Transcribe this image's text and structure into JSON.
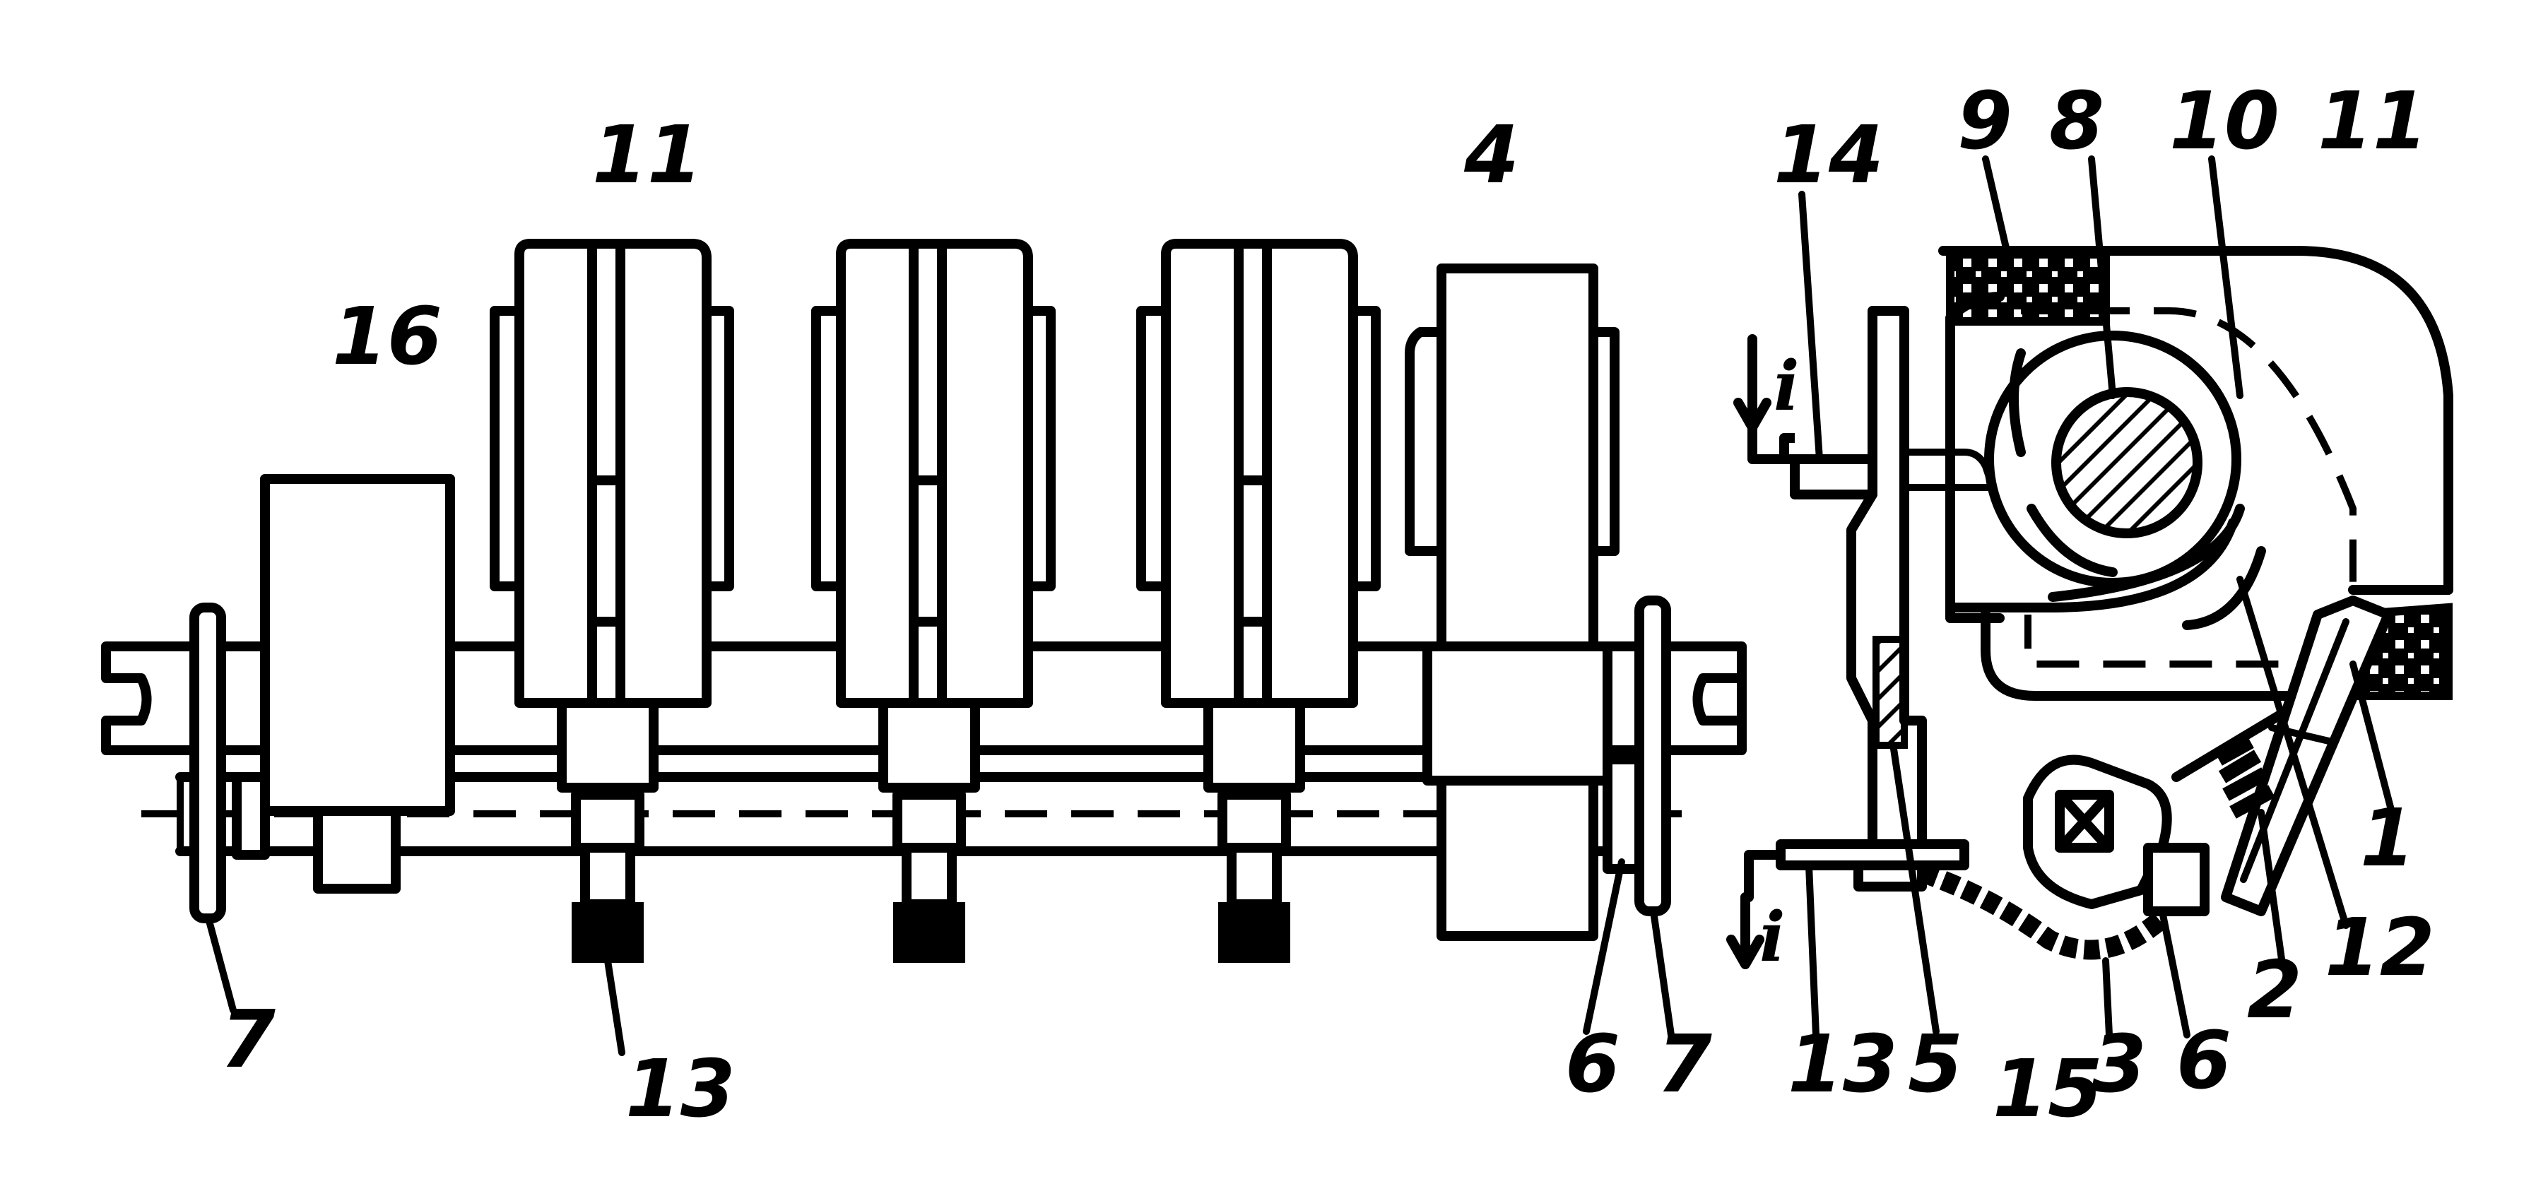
{
  "labels": {
    "l16": "16",
    "l11a": "11",
    "l4": "4",
    "l14": "14",
    "l9": "9",
    "l8": "8",
    "l10": "10",
    "l11b": "11",
    "l7a": "7",
    "l13a": "13",
    "l6a": "6",
    "l7b": "7",
    "l13b": "13",
    "l5": "5",
    "l15": "15",
    "l3": "3",
    "l6b": "6",
    "l2": "2",
    "l12": "12",
    "l1": "1",
    "i_top": "i",
    "i_bottom": "i"
  }
}
